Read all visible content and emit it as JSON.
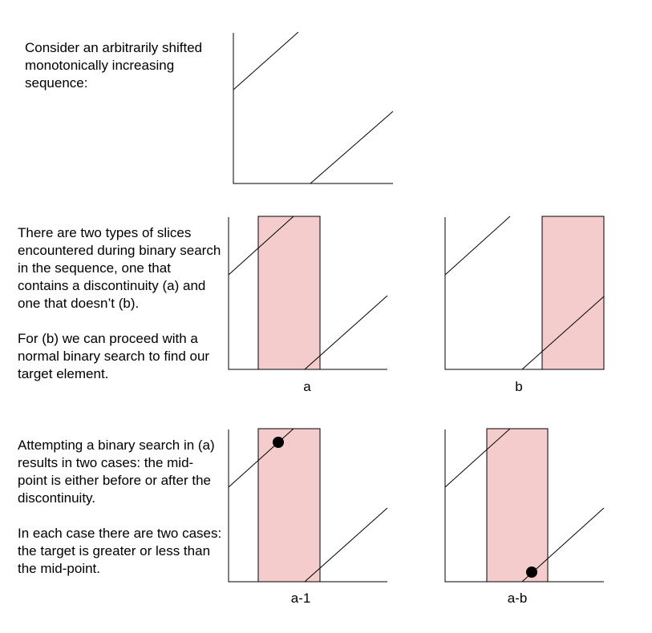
{
  "intro_text": "Consider an arbitrarily shifted monotonically increasing sequence:",
  "slices_text": {
    "paragraph_1": "There are two types of slices encountered during binary search in the sequence, one that contains a discontinuity (a) and one that doesn’t (b).",
    "paragraph_2": "For (b) we can proceed with a normal binary search to find our target element."
  },
  "cases_text": {
    "paragraph_1": "Attempting a binary search in (a) results in two cases: the mid-point is either before or after the discontinuity.",
    "paragraph_2": "In each case there are two cases: the target is greater or less than the mid-point."
  },
  "panel_labels": {
    "a": "a",
    "b": "b",
    "a_1": "a-1",
    "a_b": "a-b"
  },
  "colors": {
    "highlight_fill": "#f4cccc",
    "stroke": "#000000"
  }
}
